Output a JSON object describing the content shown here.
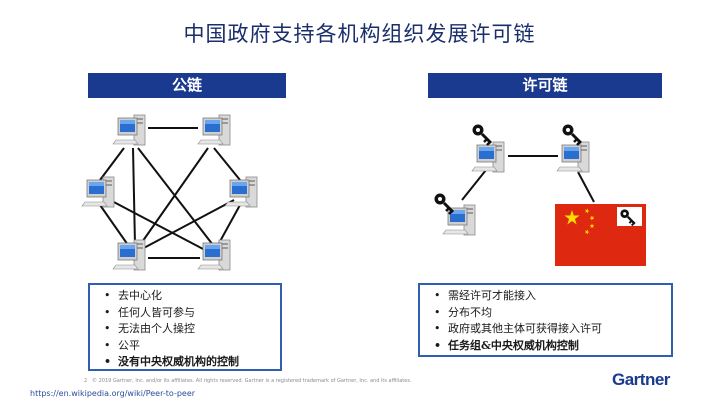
{
  "title": "中国政府支持各机构组织发展许可链",
  "public_chain": {
    "header": "公链",
    "bullets": [
      "去中心化",
      "任何人皆可参与",
      "无法由个人操控",
      "公平",
      "没有中央权威机构的控制"
    ]
  },
  "permissioned_chain": {
    "header": "许可链",
    "bullets": [
      "需经许可才能接入",
      "分布不均",
      "政府或其他主体可获得接入许可",
      "任务组&中央权威机构控制"
    ]
  },
  "footer": {
    "copyright": "© 2019 Gartner, Inc. and/or its affiliates. All rights reserved. Gartner is a registered trademark of Gartner, Inc. and its affiliates.",
    "page_number": "2",
    "source_link": "https://en.wikipedia.org/wiki/Peer-to-peer",
    "logo": "Gartner"
  },
  "icons": {
    "node": "computer-icon",
    "key": "key-icon",
    "flag": "china-flag-icon"
  },
  "colors": {
    "title": "#1a2e6b",
    "header_bg": "#1a3a8f",
    "list_border": "#2f5fb0",
    "flag_red": "#de2910",
    "flag_star": "#ffde00"
  }
}
